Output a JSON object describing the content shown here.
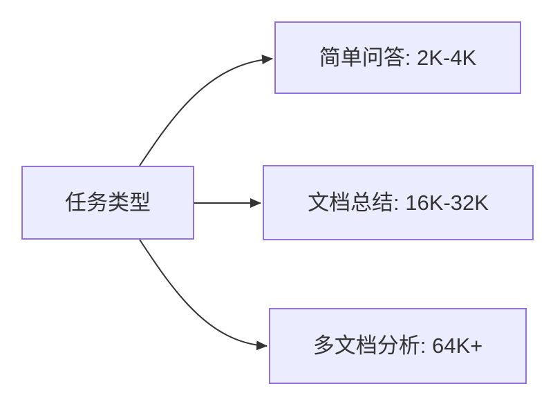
{
  "diagram": {
    "type": "flowchart-left-to-right",
    "root": {
      "label": "任务类型"
    },
    "children": [
      {
        "label": "简单问答: 2K-4K"
      },
      {
        "label": "文档总结: 16K-32K"
      },
      {
        "label": "多文档分析: 64K+"
      }
    ],
    "edges": [
      {
        "from": "任务类型",
        "to": "简单问答: 2K-4K"
      },
      {
        "from": "任务类型",
        "to": "文档总结: 16K-32K"
      },
      {
        "from": "任务类型",
        "to": "多文档分析: 64K+"
      }
    ]
  },
  "colors": {
    "node-fill": "#ECECFF",
    "node-border": "#9370DB",
    "edge": "#333333",
    "text": "#333333",
    "background": "#ffffff"
  }
}
